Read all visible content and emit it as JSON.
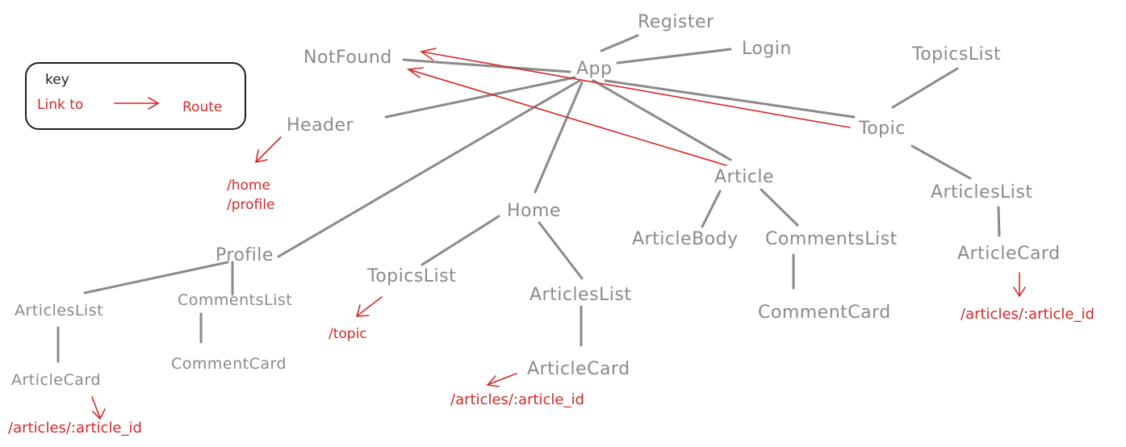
{
  "key": {
    "title": "key",
    "from_label": "Link to",
    "to_label": "Route"
  },
  "nodes": {
    "register": "Register",
    "login": "Login",
    "app": "App",
    "notfound": "NotFound",
    "header": "Header",
    "topicslist_top": "TopicsList",
    "topic": "Topic",
    "article": "Article",
    "articleslist_topic": "ArticlesList",
    "articlecard_topic": "ArticleCard",
    "articlebody": "ArticleBody",
    "commentslist_article": "CommentsList",
    "commentcard_article": "CommentCard",
    "home": "Home",
    "topicslist_home": "TopicsList",
    "articleslist_home": "ArticlesList",
    "articlecard_home": "ArticleCard",
    "profile": "Profile",
    "articleslist_profile": "ArticlesList",
    "commentslist_profile": "CommentsList",
    "articlecard_profile": "ArticleCard",
    "commentcard_profile": "CommentCard"
  },
  "routes": {
    "header_home": "/home",
    "header_profile": "/profile",
    "topic": "/topic",
    "articles_home": "/articles/:article_id",
    "articles_topic": "/articles/:article_id",
    "articles_profile": "/articles/:article_id"
  },
  "colors": {
    "component": "#8a8a8a",
    "route": "#d62828",
    "key_border": "#1e1e1e"
  }
}
